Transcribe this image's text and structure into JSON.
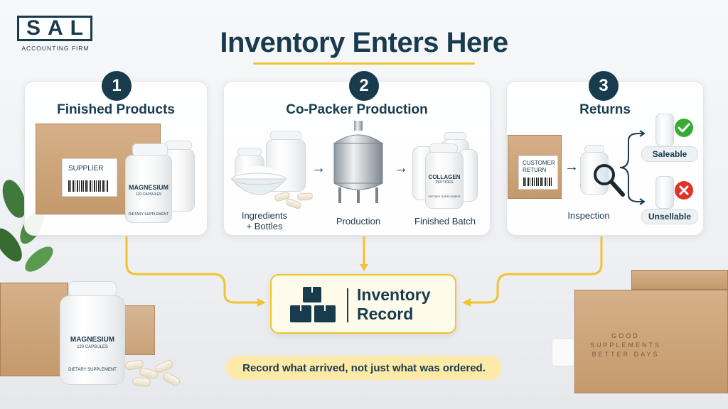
{
  "logo": {
    "mark": "SAL",
    "subtitle": "ACCOUNTING FIRM"
  },
  "title": "Inventory Enters Here",
  "steps": [
    {
      "number": "1",
      "title": "Finished Products",
      "box_label": "SUPPLIER",
      "bottle_title": "MAGNESIUM",
      "bottle_sub": "120 CAPSULES",
      "bottle_foot": "DIETARY SUPPLEMENT"
    },
    {
      "number": "2",
      "title": "Co-Packer Production",
      "stages": [
        "Ingredients\n+ Bottles",
        "Production",
        "Finished Batch"
      ],
      "bottle_title": "COLLAGEN",
      "bottle_sub": "PEPTIDES",
      "bottle_foot": "DIETARY SUPPLEMENT"
    },
    {
      "number": "3",
      "title": "Returns",
      "box_label": "CUSTOMER\nRETURN",
      "inspection": "Inspection",
      "saleable": "Saleable",
      "unsellable": "Unsellable"
    }
  ],
  "inventory_record": "Inventory\nRecord",
  "note_parts": [
    "Record what arrived",
    ", not just what was ordered."
  ],
  "foreground": {
    "bottle_title": "MAGNESIUM",
    "bottle_sub": "120 CAPSULES",
    "bottle_foot": "DIETARY SUPPLEMENT",
    "box_text": "GOOD\nSUPPLEMENTS\nBETTER DAYS"
  },
  "icons": {
    "arrow": "→",
    "check": "check-icon",
    "cross": "cross-icon",
    "magnifier": "magnifier-icon",
    "boxes": "stacked-boxes-icon"
  },
  "colors": {
    "navy": "#183b4e",
    "accent": "#f2c230",
    "green": "#3aaa35",
    "red": "#e0322b"
  }
}
